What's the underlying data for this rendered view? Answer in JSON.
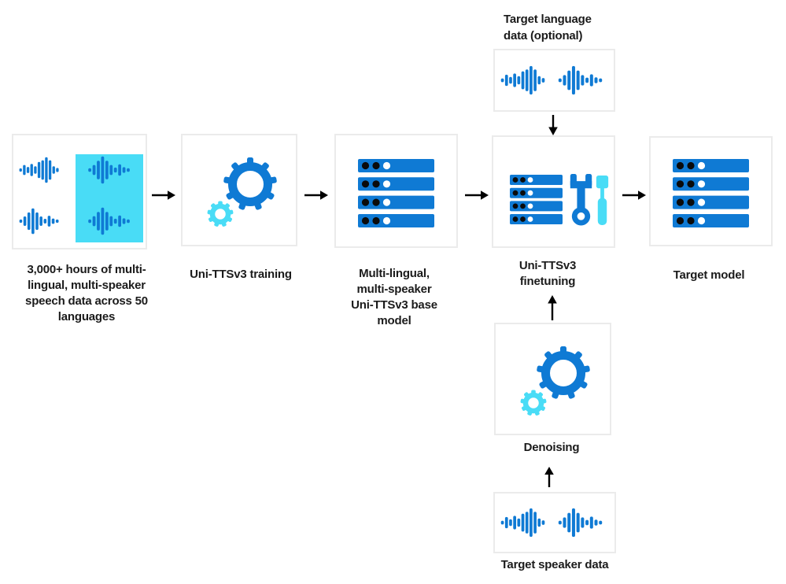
{
  "colors": {
    "blue": "#0F7AD4",
    "cyan": "#49DCF6",
    "highlight": "#49DCF6",
    "arrow": "#000000",
    "box_border": "#EBEBEB",
    "box_bg": "#FFFFFF",
    "text": "#1B1B1B",
    "dot_dark": "#0B0B0B",
    "dot_light": "#FFFFFF"
  },
  "nodes": {
    "speech_data": {
      "caption_lines": [
        "3,000+ hours of multi-",
        "lingual, multi-speaker",
        "speech data across 50",
        "languages"
      ],
      "icon": "speech-waveforms-grid"
    },
    "training": {
      "caption_lines": [
        "Uni-TTSv3 training"
      ],
      "icon": "gear-pair"
    },
    "base_model": {
      "caption_lines": [
        "Multi-lingual,",
        "multi-speaker",
        "Uni-TTSv3 base",
        "model"
      ],
      "icon": "server-stack"
    },
    "finetuning": {
      "caption_lines": [
        "Uni-TTSv3",
        "finetuning"
      ],
      "icon": "server-stack-and-tools"
    },
    "target_model": {
      "caption_lines": [
        "Target model"
      ],
      "icon": "server-stack"
    },
    "target_language": {
      "title_lines": [
        "Target language",
        "data (optional)"
      ],
      "icon": "waveform-pair"
    },
    "denoising": {
      "caption_lines": [
        "Denoising"
      ],
      "icon": "gear-pair"
    },
    "target_speaker": {
      "caption_lines": [
        "Target speaker data"
      ],
      "icon": "waveform-pair"
    }
  }
}
